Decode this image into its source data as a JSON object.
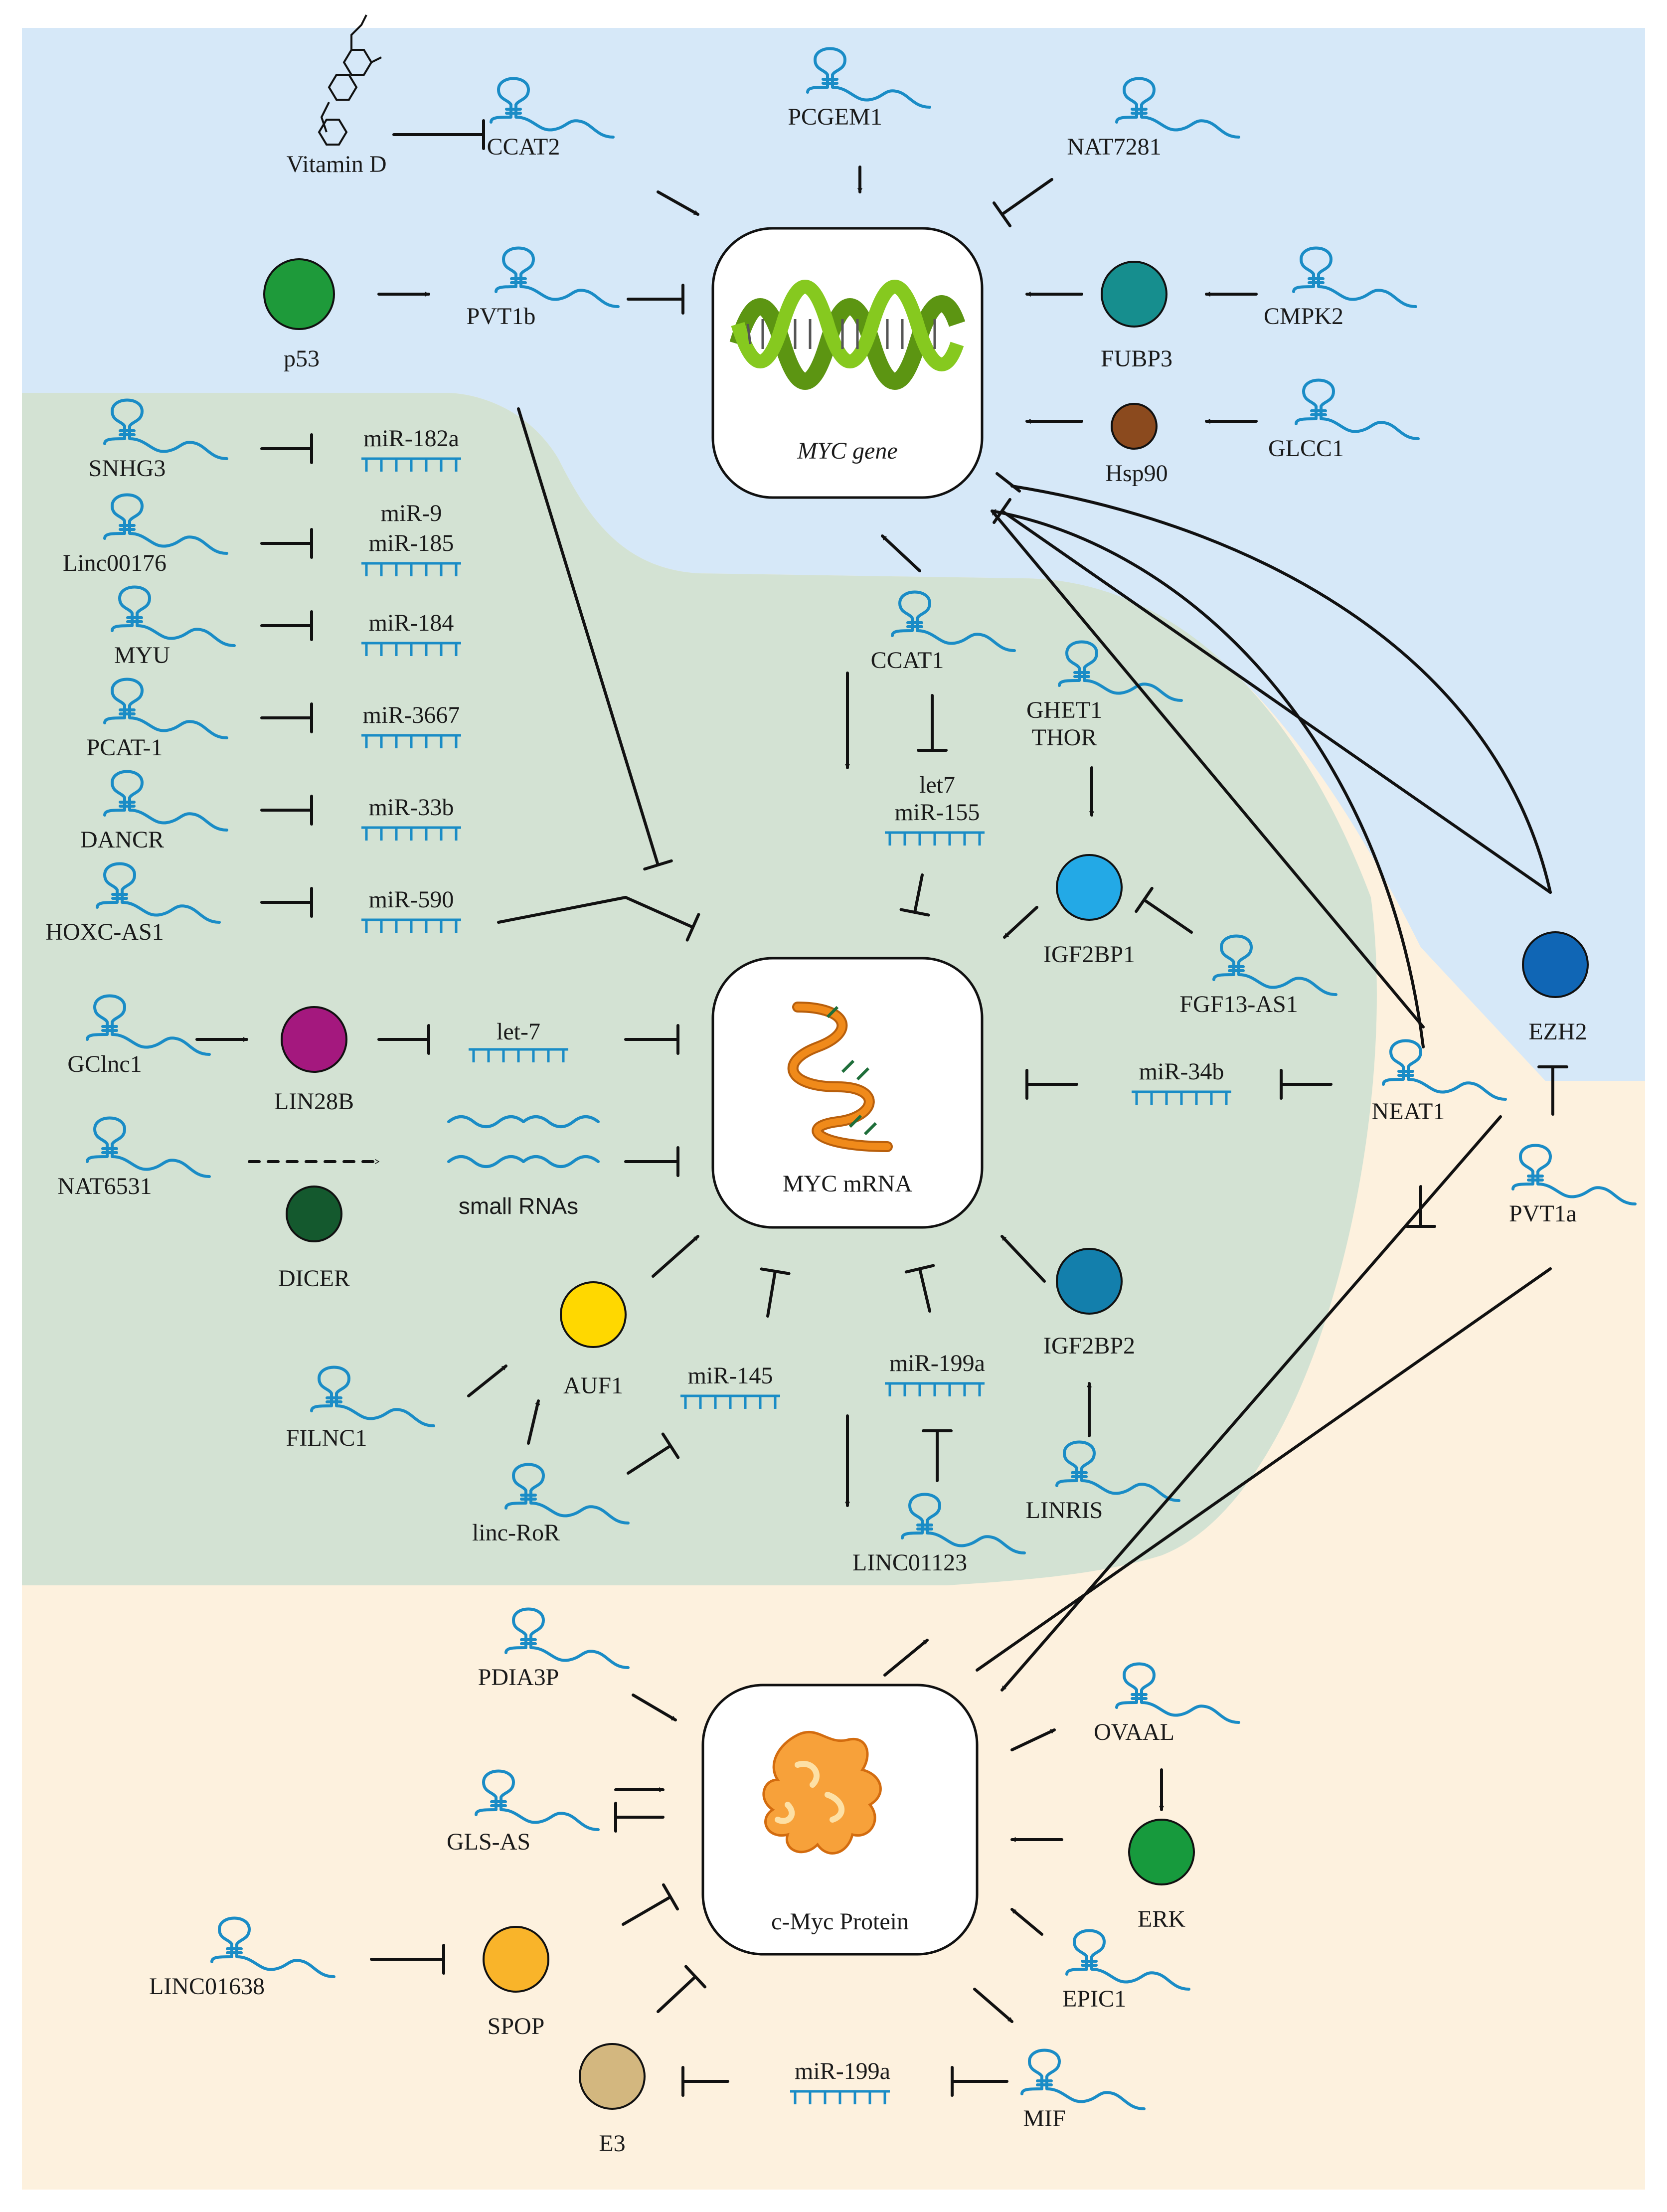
{
  "colors": {
    "nucleus": "#d6e8f8",
    "cytoplasm": "#d3e2d3",
    "extracellular": "#fdf1de",
    "rna_blue": "#1a8cc6",
    "dna_green": "#86c91f",
    "mrna_orange": "#f08a1a",
    "protein_orange": "#f7a13a"
  },
  "labels": {
    "vitamin_d": "Vitamin D",
    "ccat2": "CCAT2",
    "pcgem1": "PCGEM1",
    "nat7281": "NAT7281",
    "p53": "p53",
    "pvt1b": "PVT1b",
    "fubp3": "FUBP3",
    "cmpk2": "CMPK2",
    "hsp90": "Hsp90",
    "glcc1": "GLCC1",
    "myc_gene": "MYC gene",
    "snhg3": "SNHG3",
    "mir182a": "miR-182a",
    "linc00176": "Linc00176",
    "mir9": "miR-9",
    "mir185": "miR-185",
    "myu": "MYU",
    "mir184": "miR-184",
    "pcat1": "PCAT-1",
    "mir3667": "miR-3667",
    "dancr": "DANCR",
    "mir33b": "miR-33b",
    "hoxcas1": "HOXC-AS1",
    "mir590": "miR-590",
    "ccat1": "CCAT1",
    "let7_upper": "let7",
    "mir155": "miR-155",
    "ghet1": "GHET1",
    "thor": "THOR",
    "igf2bp1": "IGF2BP1",
    "fgf13as1": "FGF13-AS1",
    "gclnc1": "GClnc1",
    "lin28b": "LIN28B",
    "let7": "let-7",
    "nat6531": "NAT6531",
    "dicer": "DICER",
    "small_rnas": "small RNAs",
    "myc_mrna": "MYC mRNA",
    "mir34b": "miR-34b",
    "neat1": "NEAT1",
    "ezh2": "EZH2",
    "pvt1a": "PVT1a",
    "filnc1": "FILNC1",
    "auf1": "AUF1",
    "mir145": "miR-145",
    "linc_ror": "linc-RoR",
    "mir199a_top": "miR-199a",
    "igf2bp2": "IGF2BP2",
    "linris": "LINRIS",
    "linc01123": "LINC01123",
    "pdia3p": "PDIA3P",
    "gls_as": "GLS-AS",
    "cmyc_protein": "c-Myc Protein",
    "ovaal": "OVAAL",
    "erk": "ERK",
    "epic1": "EPIC1",
    "linc01638": "LINC01638",
    "spop": "SPOP",
    "e3": "E3",
    "mir199a_bottom": "miR-199a",
    "mif": "MIF"
  },
  "protein_colors": {
    "p53": "#1e9a3a",
    "fubp3": "#168e8e",
    "hsp90": "#8b4a1e",
    "igf2bp1": "#23a9e6",
    "lin28b": "#a4187e",
    "dicer": "#14592e",
    "ezh2": "#1066b5",
    "auf1": "#ffd800",
    "igf2bp2": "#137fac",
    "erk": "#179a3d",
    "spop": "#f9b42a",
    "e3": "#d3b77f"
  }
}
